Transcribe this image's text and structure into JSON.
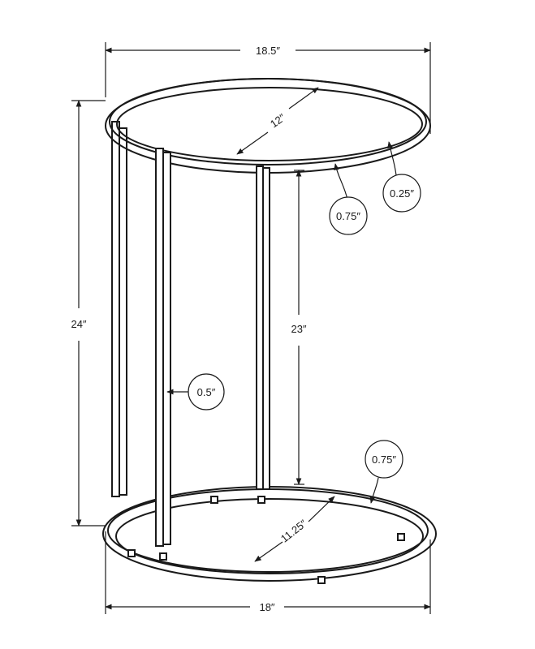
{
  "dimensions": {
    "top_width": "18.5″",
    "height": "24″",
    "glass_top_depth": "12″",
    "shelf_height": "23″",
    "top_frame": "0.75″",
    "top_glass": "0.25″",
    "tube": "0.5″",
    "bottom_frame": "0.75″",
    "bottom_depth": "11.25″",
    "bottom_width": "18″"
  },
  "colors": {
    "line": "#1a1a1a",
    "background": "#ffffff"
  }
}
